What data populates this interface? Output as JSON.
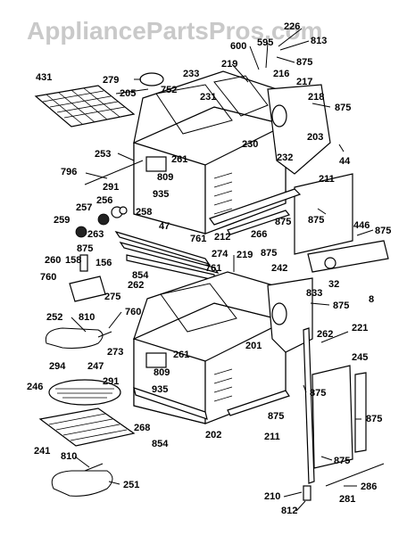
{
  "watermark": "AppliancePartsPros.com",
  "callouts": {
    "c431": "431",
    "c279": "279",
    "c233": "233",
    "c205": "205",
    "c752": "752",
    "c231": "231",
    "c219a": "219",
    "c600": "600",
    "c595": "595",
    "c226": "226",
    "c813": "813",
    "c875a": "875",
    "c216": "216",
    "c217": "217",
    "c218": "218",
    "c875b": "875",
    "c203": "203",
    "c230": "230",
    "c232": "232",
    "c44": "44",
    "c253": "253",
    "c796": "796",
    "c261a": "261",
    "c809a": "809",
    "c291a": "291",
    "c935a": "935",
    "c257": "257",
    "c256": "256",
    "c258": "258",
    "c259": "259",
    "c263": "263",
    "c47": "47",
    "c211a": "211",
    "c875c": "875",
    "c875d": "875",
    "c212": "212",
    "c266": "266",
    "c446": "446",
    "c875e": "875",
    "c761a": "761",
    "c274": "274",
    "c260": "260",
    "c875f": "875",
    "c158": "158",
    "c156": "156",
    "c854a": "854",
    "c761b": "761",
    "c219b": "219",
    "c875g": "875",
    "c242": "242",
    "c32": "32",
    "c8": "8",
    "c760a": "760",
    "c262a": "262",
    "c275": "275",
    "c833": "833",
    "c875h": "875",
    "c252": "252",
    "c810a": "810",
    "c760b": "760",
    "c273": "273",
    "c201": "201",
    "c262b": "262",
    "c221": "221",
    "c294": "294",
    "c247": "247",
    "c261b": "261",
    "c245": "245",
    "c809b": "809",
    "c291b": "291",
    "c246": "246",
    "c935b": "935",
    "c875i": "875",
    "c268": "268",
    "c875j": "875",
    "c875k": "875",
    "c241": "241",
    "c854b": "854",
    "c202": "202",
    "c211b": "211",
    "c875l": "875",
    "c810b": "810",
    "c251": "251",
    "c286": "286",
    "c210": "210",
    "c281": "281",
    "c812": "812"
  }
}
